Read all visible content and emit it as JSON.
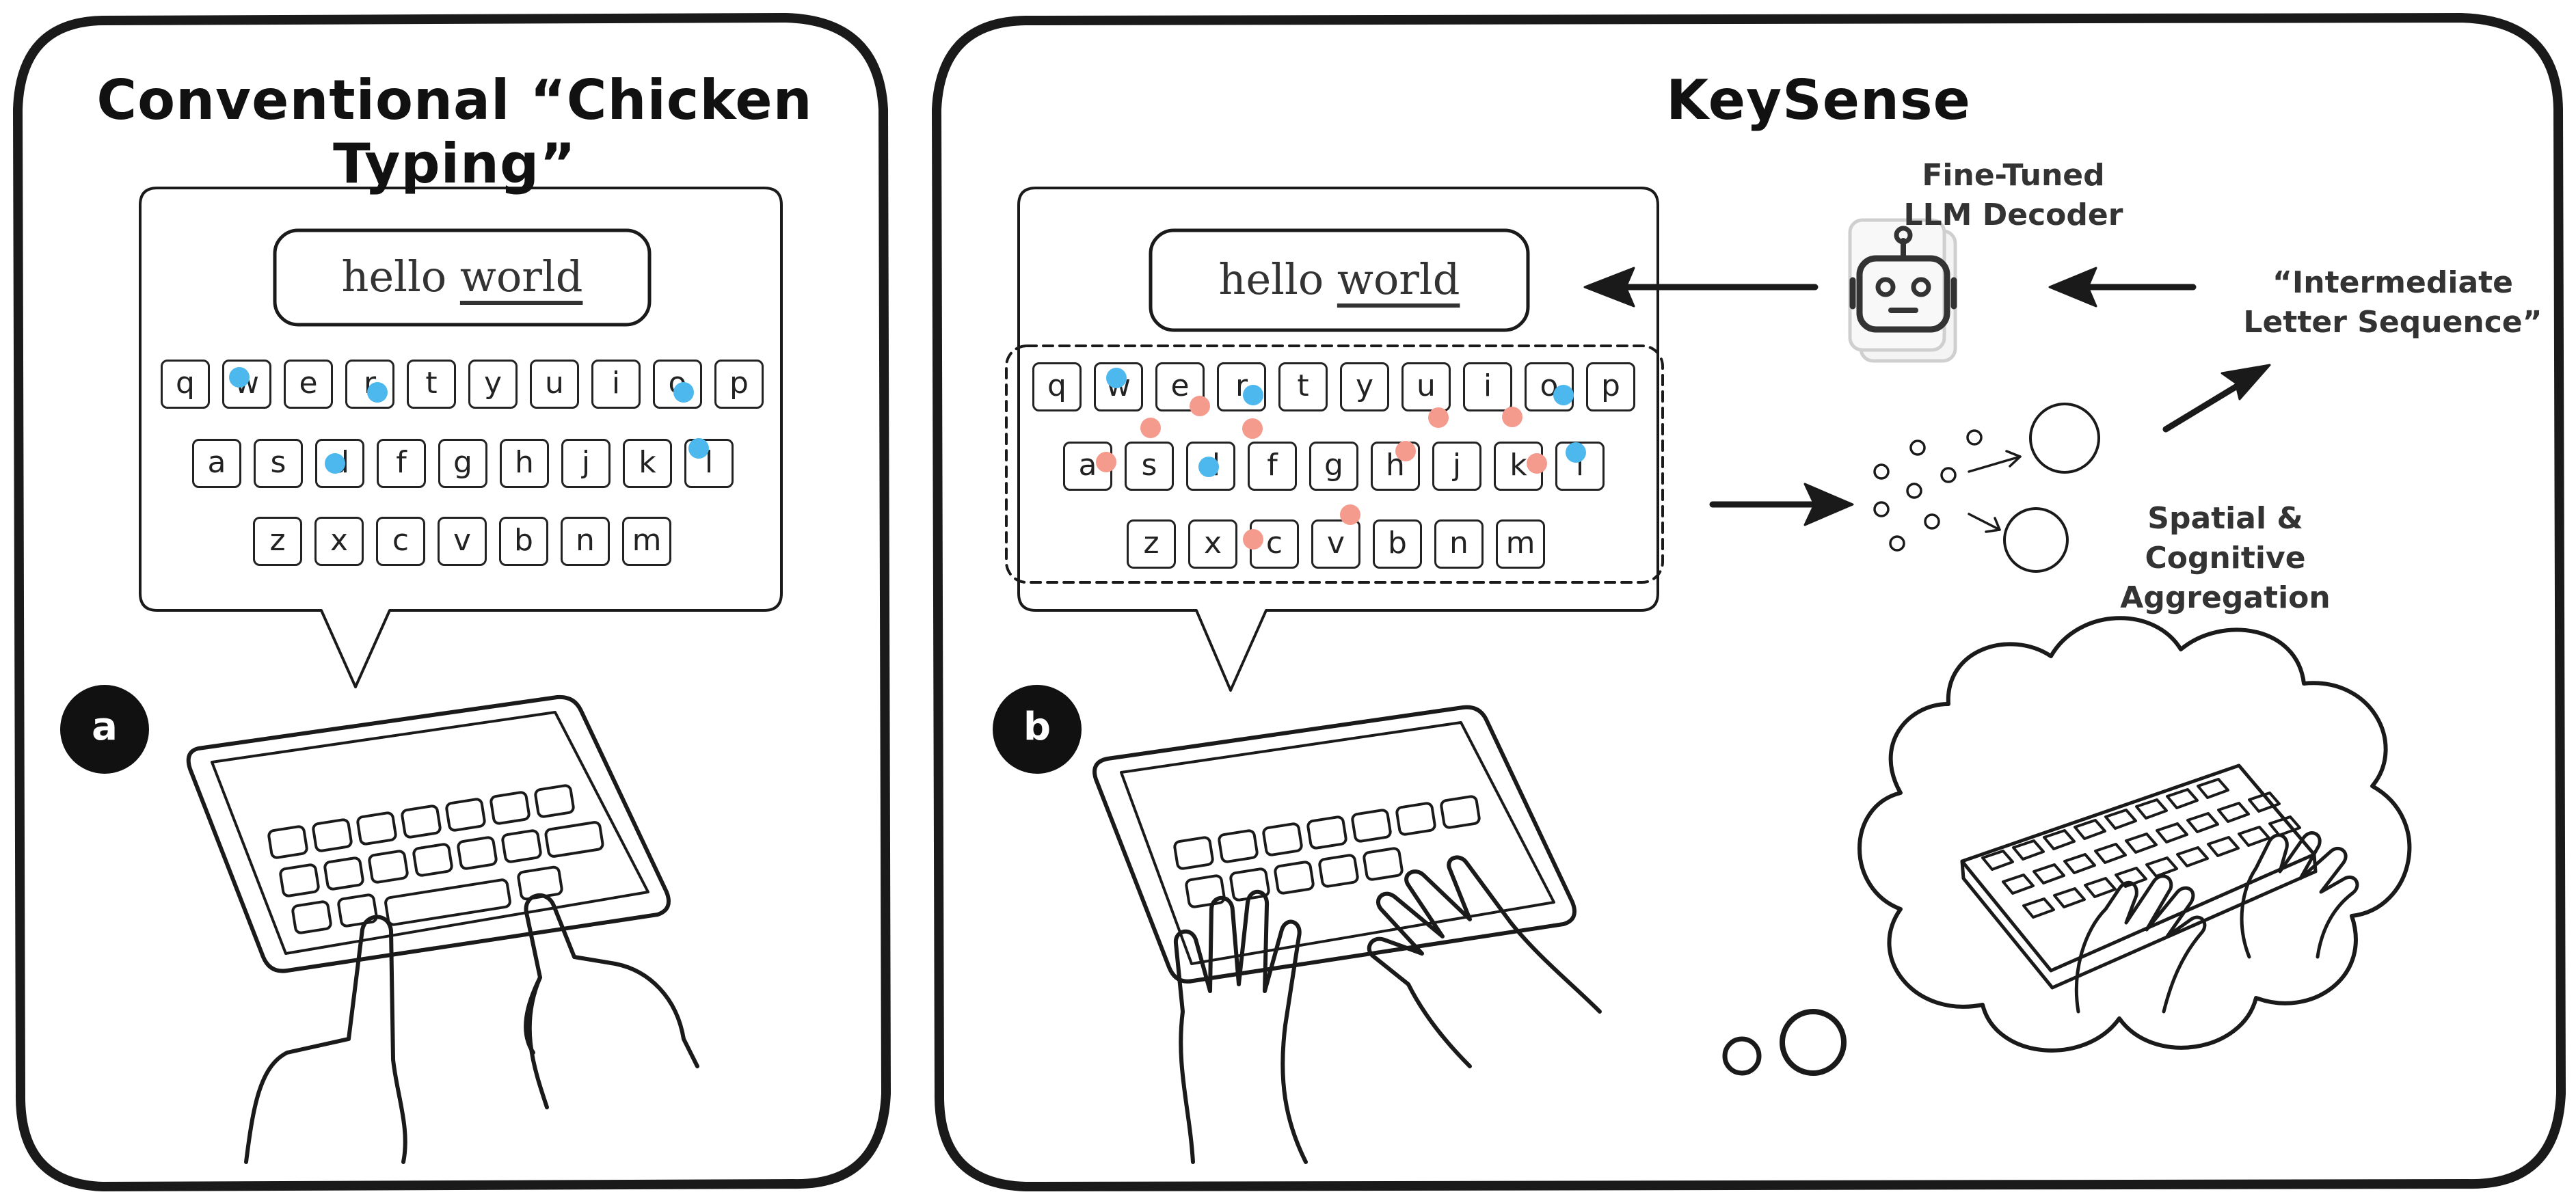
{
  "panels": {
    "a": {
      "title": "Conventional “Chicken Typing”",
      "badge": "a",
      "typed_word1": "hello",
      "typed_word2": "world"
    },
    "b": {
      "title": "KeySense",
      "badge": "b",
      "typed_word1": "hello",
      "typed_word2": "world",
      "decoder_label_line1": "Fine-Tuned",
      "decoder_label_line2": "LLM Decoder",
      "sequence_label_line1": "“Intermediate",
      "sequence_label_line2": "Letter Sequence”",
      "aggregation_label_line1": "Spatial & Cognitive",
      "aggregation_label_line2": "Aggregation"
    }
  },
  "keyboard": {
    "row1": [
      "q",
      "w",
      "e",
      "r",
      "t",
      "y",
      "u",
      "i",
      "o",
      "p"
    ],
    "row2": [
      "a",
      "s",
      "d",
      "f",
      "g",
      "h",
      "j",
      "k",
      "l"
    ],
    "row3": [
      "z",
      "x",
      "c",
      "v",
      "b",
      "n",
      "m"
    ]
  },
  "colors": {
    "intended_touch": "#4db8ee",
    "noisy_touch": "#f49b8e",
    "ink": "#222222"
  },
  "icons": [
    "robot-icon",
    "tablet-icon",
    "hands-icon",
    "keyboard-icon",
    "thought-cloud-icon",
    "arrow-icon"
  ]
}
